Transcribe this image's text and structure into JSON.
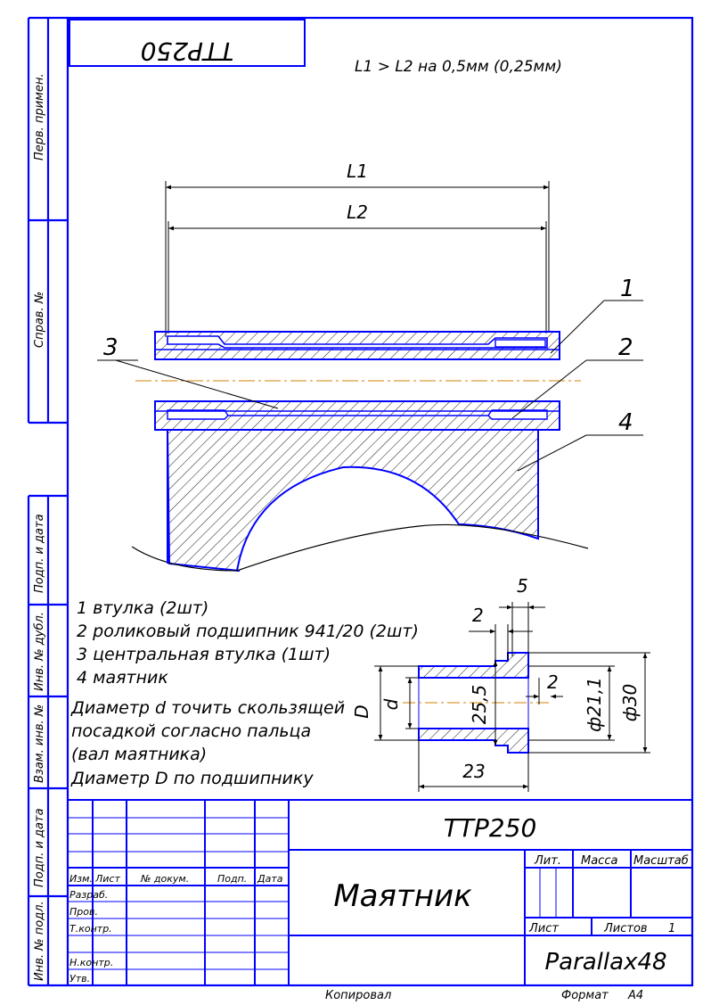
{
  "colors": {
    "frame": "#0000ff",
    "line": "#000000",
    "axis": "#d08000",
    "background": "#ffffff"
  },
  "stamp_mirrored": "TTP250",
  "note_top": "L1 > L2 на 0,5мм (0,25мм)",
  "dims_main": {
    "l1": "L1",
    "l2": "L2"
  },
  "leaders": {
    "p1": "1",
    "p2": "2",
    "p3": "3",
    "p4": "4"
  },
  "parts_list": [
    "1 втулка (2шт)",
    "2 роликовый подшипник 941/20 (2шт)",
    "3 центральная втулка (1шт)",
    "4 маятник",
    "Диаметр d точить скользящей",
    "посадкой согласно пальца",
    "(вал маятника)",
    "Диаметр D по подшипнику"
  ],
  "detail_dims": {
    "d5": "5",
    "d2a": "2",
    "d2b": "2",
    "dD": "D",
    "dd": "d",
    "d255": "25,5",
    "d211": "ф21,1",
    "d30": "ф30",
    "d23": "23"
  },
  "side_labels": {
    "perv_primen": "Перв. примен.",
    "sprav_no": "Справ. №",
    "podp_data_1": "Подп. и дата",
    "inv_dubl": "Инв. № дубл.",
    "vzam_inv": "Взам. инв. №",
    "podp_data_2": "Подп. и дата",
    "inv_podl": "Инв. № подл."
  },
  "title_block": {
    "designation": "TTP250",
    "name": "Маятник",
    "company": "Parallax48",
    "col_izm": "Изм.",
    "col_list": "Лист",
    "col_docnum": "№ докум.",
    "col_podp": "Подп.",
    "col_data": "Дата",
    "row_razrab": "Разраб.",
    "row_prov": "Пров.",
    "row_tkontr": "Т.контр.",
    "row_nkontr": "Н.контр.",
    "row_utv": "Утв.",
    "lit": "Лит.",
    "massa": "Масса",
    "masshtab": "Масштаб",
    "list_label": "Лист",
    "listov_label": "Листов",
    "listov_value": "1"
  },
  "footer": {
    "copied": "Копировал",
    "format_label": "Формат",
    "format_value": "A4"
  }
}
